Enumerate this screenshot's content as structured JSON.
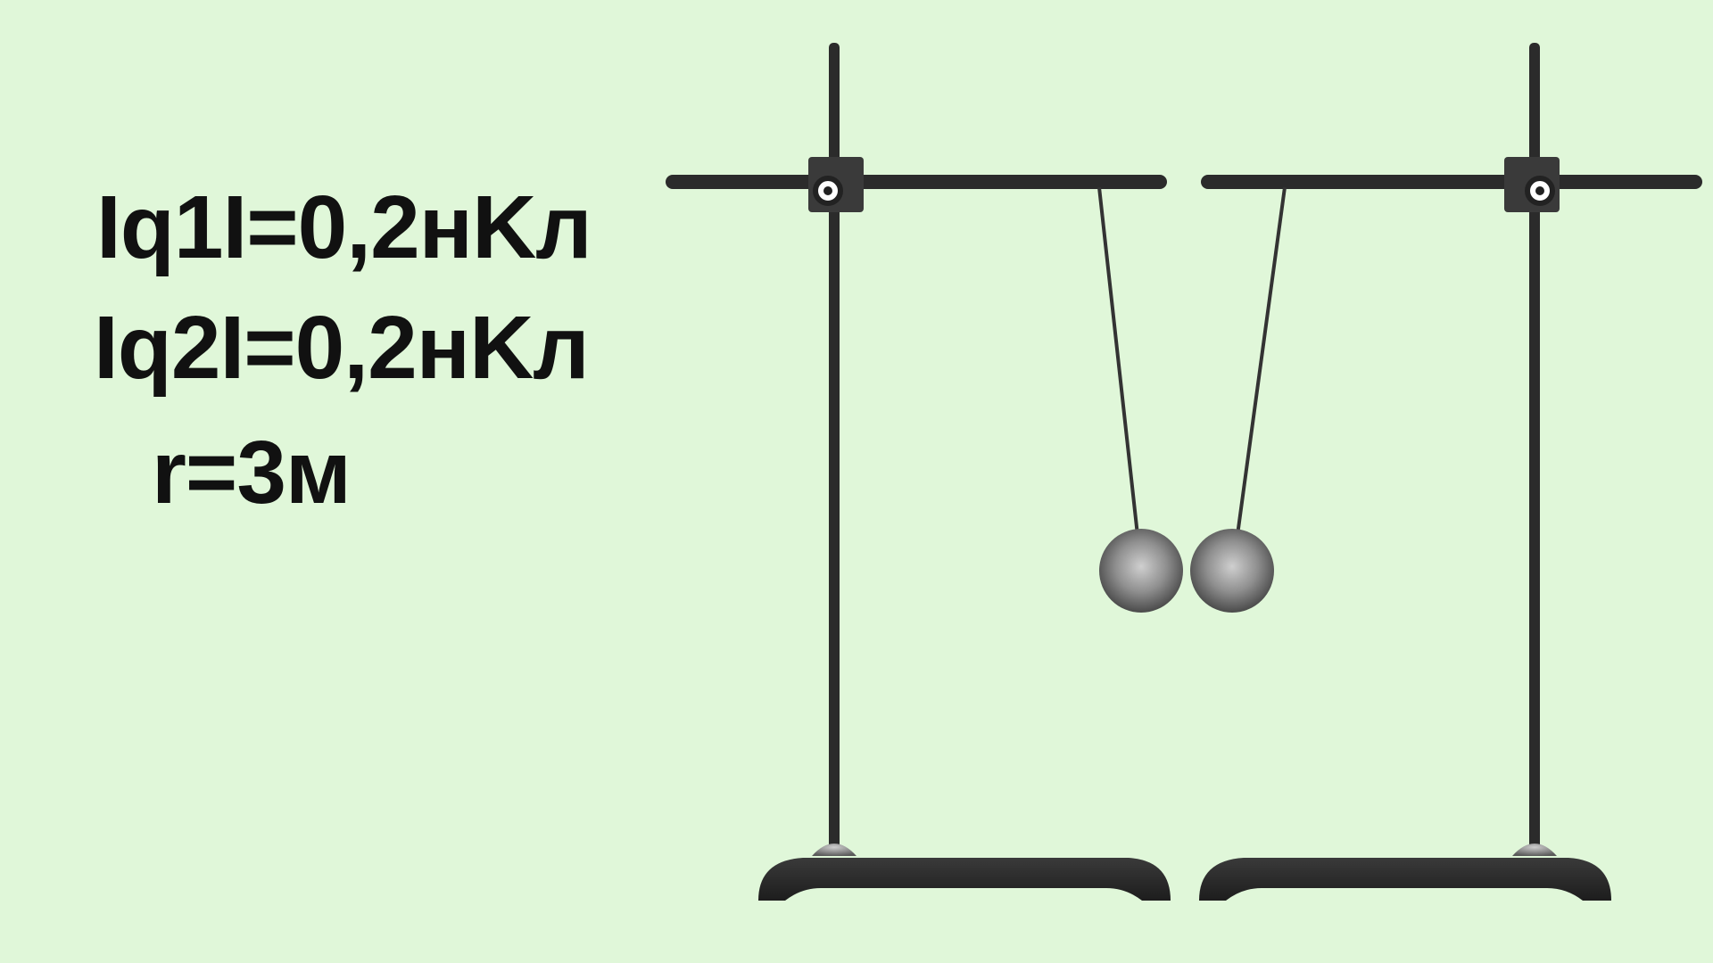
{
  "given": {
    "q1": "Iq1I=0,2нKл",
    "q2": "Iq2I=0,2нKл",
    "r": "r=3м"
  },
  "colors": {
    "background": "#e0f7d9",
    "text": "#111111",
    "stand": "#2b2b2b",
    "ball": "#8a8a8a"
  }
}
